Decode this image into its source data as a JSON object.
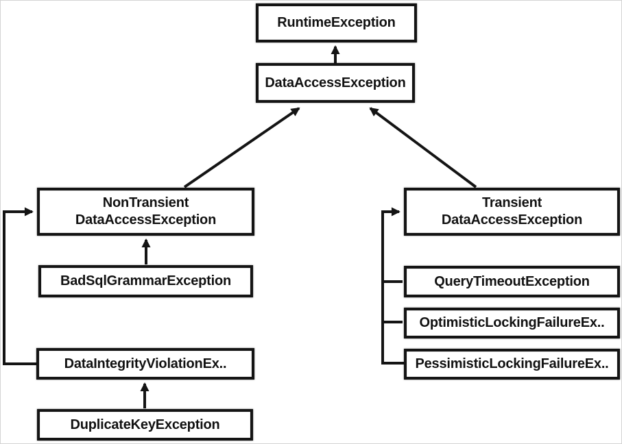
{
  "diagram": {
    "type": "class-inheritance-hierarchy",
    "subject": "Spring DataAccessException hierarchy",
    "nodes": {
      "runtime_exception": {
        "label": "RuntimeException"
      },
      "data_access_exception": {
        "label": "DataAccessException"
      },
      "non_transient_data_access_exception": {
        "line1": "NonTransient",
        "line2": "DataAccessException"
      },
      "bad_sql_grammar_exception": {
        "label": "BadSqlGrammarException"
      },
      "data_integrity_violation_exception": {
        "label": "DataIntegrityViolationEx.."
      },
      "duplicate_key_exception": {
        "label": "DuplicateKeyException"
      },
      "transient_data_access_exception": {
        "line1": "Transient",
        "line2": "DataAccessException"
      },
      "query_timeout_exception": {
        "label": "QueryTimeoutException"
      },
      "optimistic_locking_failure_exception": {
        "label": "OptimisticLockingFailureEx.."
      },
      "pessimistic_locking_failure_exception": {
        "label": "PessimisticLockingFailureEx.."
      }
    },
    "edges": [
      {
        "from": "DataAccessException",
        "to": "RuntimeException"
      },
      {
        "from": "NonTransientDataAccessException",
        "to": "DataAccessException"
      },
      {
        "from": "TransientDataAccessException",
        "to": "DataAccessException"
      },
      {
        "from": "BadSqlGrammarException",
        "to": "NonTransientDataAccessException"
      },
      {
        "from": "DataIntegrityViolationEx..",
        "to": "NonTransientDataAccessException"
      },
      {
        "from": "DuplicateKeyException",
        "to": "DataIntegrityViolationEx.."
      },
      {
        "from": "QueryTimeoutException",
        "to": "TransientDataAccessException"
      },
      {
        "from": "OptimisticLockingFailureEx..",
        "to": "TransientDataAccessException"
      },
      {
        "from": "PessimisticLockingFailureEx..",
        "to": "TransientDataAccessException"
      }
    ],
    "colors": {
      "box_border": "#141414",
      "text": "#111111",
      "line": "#141414",
      "background": "#ffffff",
      "canvas_border": "#d4d4d4"
    }
  }
}
